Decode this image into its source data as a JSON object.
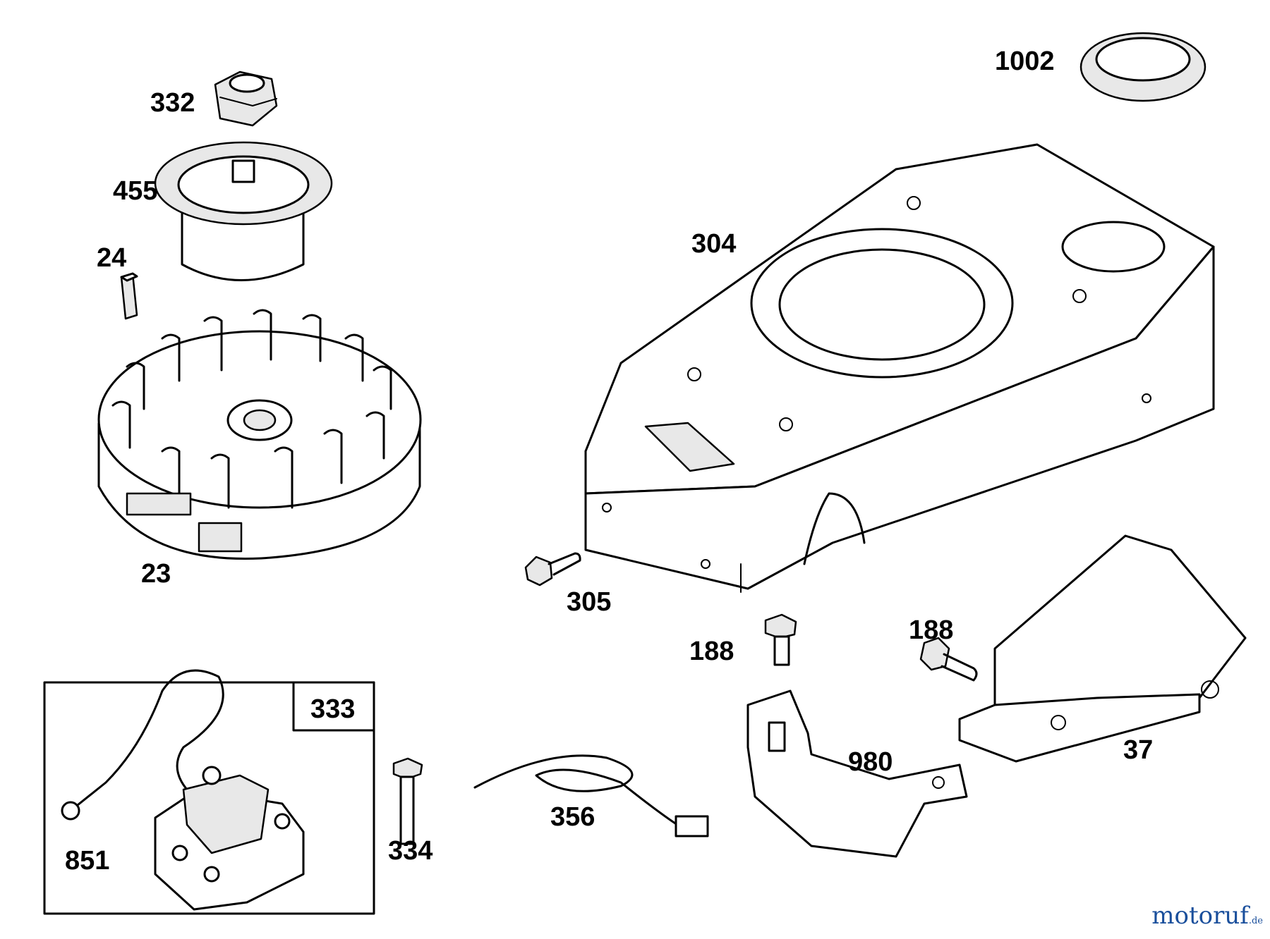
{
  "parts": [
    {
      "id": "p1002",
      "label": "1002"
    },
    {
      "id": "p332",
      "label": "332"
    },
    {
      "id": "p455",
      "label": "455"
    },
    {
      "id": "p24",
      "label": "24"
    },
    {
      "id": "p304",
      "label": "304"
    },
    {
      "id": "p23",
      "label": "23"
    },
    {
      "id": "p305",
      "label": "305"
    },
    {
      "id": "p188a",
      "label": "188"
    },
    {
      "id": "p188b",
      "label": "188"
    },
    {
      "id": "p37",
      "label": "37"
    },
    {
      "id": "p980",
      "label": "980"
    },
    {
      "id": "p333",
      "label": "333"
    },
    {
      "id": "p851",
      "label": "851"
    },
    {
      "id": "p334",
      "label": "334"
    },
    {
      "id": "p356",
      "label": "356"
    }
  ],
  "watermark": {
    "text": "motoruf",
    "suffix": ".de"
  },
  "colors": {
    "line": "#000000",
    "background": "#ffffff",
    "watermark": "#1a4f9c"
  }
}
